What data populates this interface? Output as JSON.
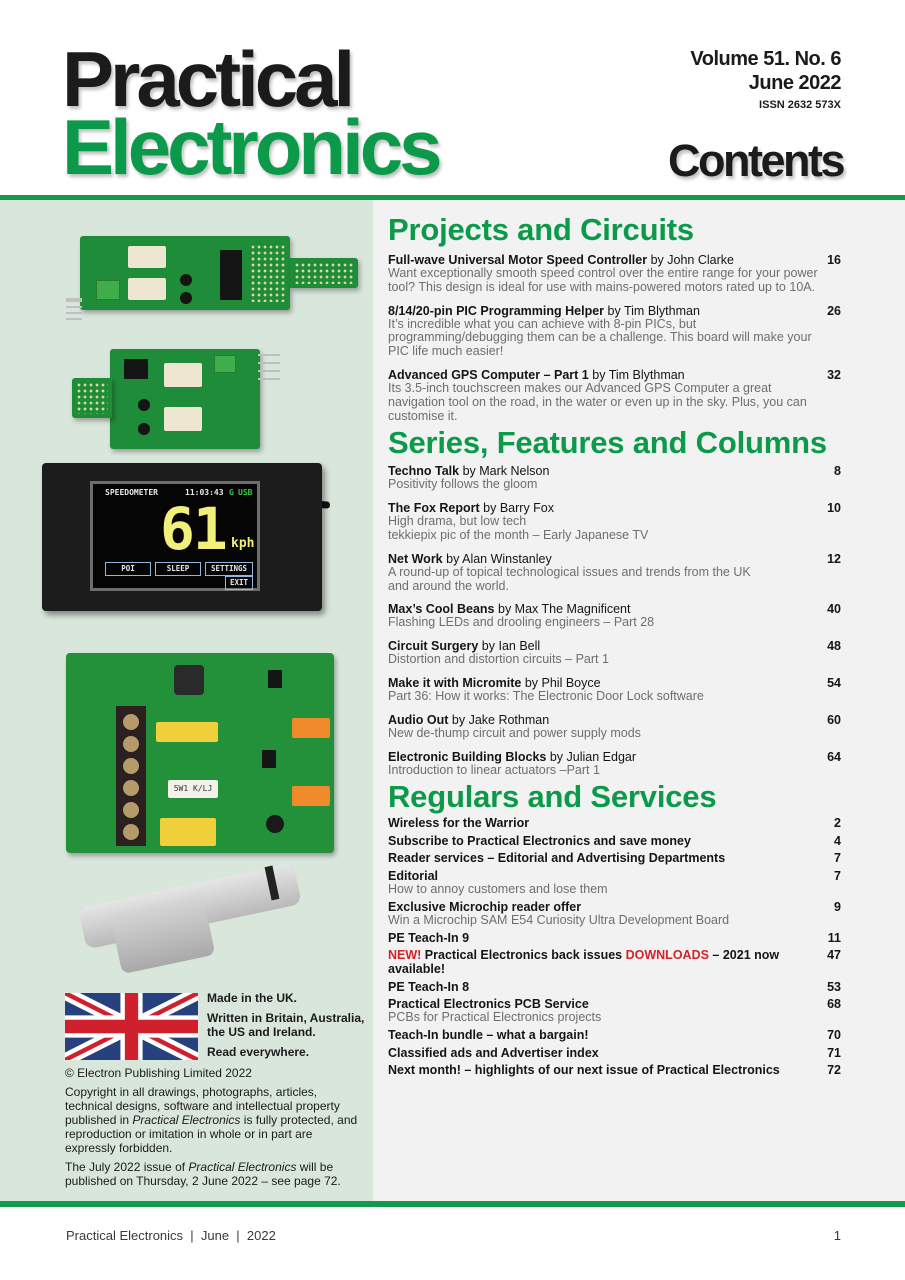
{
  "masthead": {
    "logo_line1": "Practical",
    "logo_line2": "Electronics",
    "volume": "Volume 51. No. 6",
    "issue_date": "June 2022",
    "issn": "ISSN 2632 573X",
    "page_title": "Contents"
  },
  "colors": {
    "brand_green": "#0a9a4a",
    "rule_green": "#139a4c",
    "left_panel_bg": "#d9e6dc",
    "right_panel_bg": "#f2f2f2",
    "highlight_red": "#d3232a",
    "description_gray": "#6e6e6e"
  },
  "photos": {
    "gps_screen": {
      "title": "SPEEDOMETER",
      "time": "11:03:43",
      "status_g": "G",
      "status_usb": "USB",
      "speed": "61",
      "unit": "kph",
      "buttons": [
        "POI",
        "SLEEP",
        "SETTINGS",
        "EXIT"
      ]
    },
    "resistor_label": "5W1 K/LJ"
  },
  "sections": [
    {
      "heading": "Projects and Circuits",
      "entries": [
        {
          "title": "Full-wave Universal Motor Speed Controller",
          "author": "by John Clarke",
          "page": "16",
          "desc": "Want exceptionally smooth speed control over the entire range for your power tool? This design is ideal for use with mains-powered motors rated up to 10A."
        },
        {
          "title": "8/14/20-pin PIC Programming Helper",
          "author": "by Tim Blythman",
          "page": "26",
          "desc": "It’s incredible what you can achieve with 8-pin PICs, but programming/debugging them can be a challenge. This board will make your PIC life much easier!"
        },
        {
          "title": "Advanced GPS Computer – Part 1",
          "author": "by Tim Blythman",
          "page": "32",
          "desc": "Its 3.5-inch touchscreen makes our Advanced GPS Computer a great navigation tool on the road, in the water or even up in the sky. Plus, you can customise it."
        }
      ]
    },
    {
      "heading": "Series, Features and Columns",
      "entries": [
        {
          "title": "Techno Talk",
          "author": "by Mark Nelson",
          "page": "8",
          "desc": "Positivity follows the gloom"
        },
        {
          "title": "The Fox Report",
          "author": "by Barry Fox",
          "page": "10",
          "desc": "High drama, but low tech",
          "desc2": "tekkiepix pic of the month – Early Japanese TV"
        },
        {
          "title": "Net Work",
          "author": "by Alan Winstanley",
          "page": "12",
          "desc": "A round-up of topical technological issues and trends from the UK and around the world."
        },
        {
          "title": "Max’s Cool Beans",
          "author": "by Max The Magnificent",
          "page": "40",
          "desc": "Flashing LEDs and drooling engineers – Part 28"
        },
        {
          "title": "Circuit Surgery",
          "author": "by Ian Bell",
          "page": "48",
          "desc": "Distortion and distortion circuits – Part 1"
        },
        {
          "title": "Make it with Micromite",
          "author": "by Phil Boyce",
          "page": "54",
          "desc": "Part 36: How it works: The Electronic Door Lock software"
        },
        {
          "title": "Audio Out",
          "author": "by Jake Rothman",
          "page": "60",
          "desc": "New de-thump circuit and power supply mods"
        },
        {
          "title": "Electronic Building Blocks",
          "author": "by Julian Edgar",
          "page": "64",
          "desc": "Introduction to linear actuators –Part 1"
        }
      ]
    },
    {
      "heading": "Regulars and Services",
      "entries": [
        {
          "title": "Wireless for the Warrior",
          "page": "2"
        },
        {
          "title": "Subscribe to Practical Electronics and save money",
          "page": "4"
        },
        {
          "title": "Reader services – Editorial and Advertising Departments",
          "page": "7"
        },
        {
          "title": "Editorial",
          "page": "7",
          "desc": "How to annoy customers and lose them"
        },
        {
          "title": "Exclusive Microchip reader offer",
          "page": "9",
          "desc": "Win a Microchip SAM E54 Curiosity Ultra Development Board"
        },
        {
          "title": "PE Teach-In 9",
          "page": "11"
        },
        {
          "prefix_red": "NEW!",
          "title": " Practical Electronics back issues ",
          "mid_red": "DOWNLOADS",
          "suffix": " – 2021 now available!",
          "page": "47"
        },
        {
          "title": "PE Teach-In 8",
          "page": "53"
        },
        {
          "title": "Practical Electronics PCB Service",
          "page": "68",
          "desc": "PCBs for Practical Electronics projects"
        },
        {
          "title": "Teach-In bundle – what a bargain!",
          "page": "70"
        },
        {
          "title": "Classified ads and Advertiser index",
          "page": "71"
        },
        {
          "title": "Next month! – highlights of our next issue of Practical Electronics",
          "page": "72"
        }
      ]
    }
  ],
  "sidebar": {
    "made_in": "Made in the UK.",
    "written_in": "Written in Britain, Australia, the US and Ireland.",
    "read": "Read everywhere.",
    "copyright_line": "© Electron Publishing Limited 2022",
    "copyright_pre": "Copyright in all drawings, photographs, articles, technical designs, software and intellectual property published in ",
    "copyright_em": "Practical Electronics",
    "copyright_post": " is fully protected, and reproduction or imitation in whole or in part are expressly forbidden.",
    "next_issue_pre": "The July 2022 issue of ",
    "next_issue_em": "Practical Electronics",
    "next_issue_post": " will be published on Thursday, 2 June 2022 – see page 72."
  },
  "footer": {
    "left": "Practical Electronics  |  June  |  2022",
    "page_number": "1"
  }
}
